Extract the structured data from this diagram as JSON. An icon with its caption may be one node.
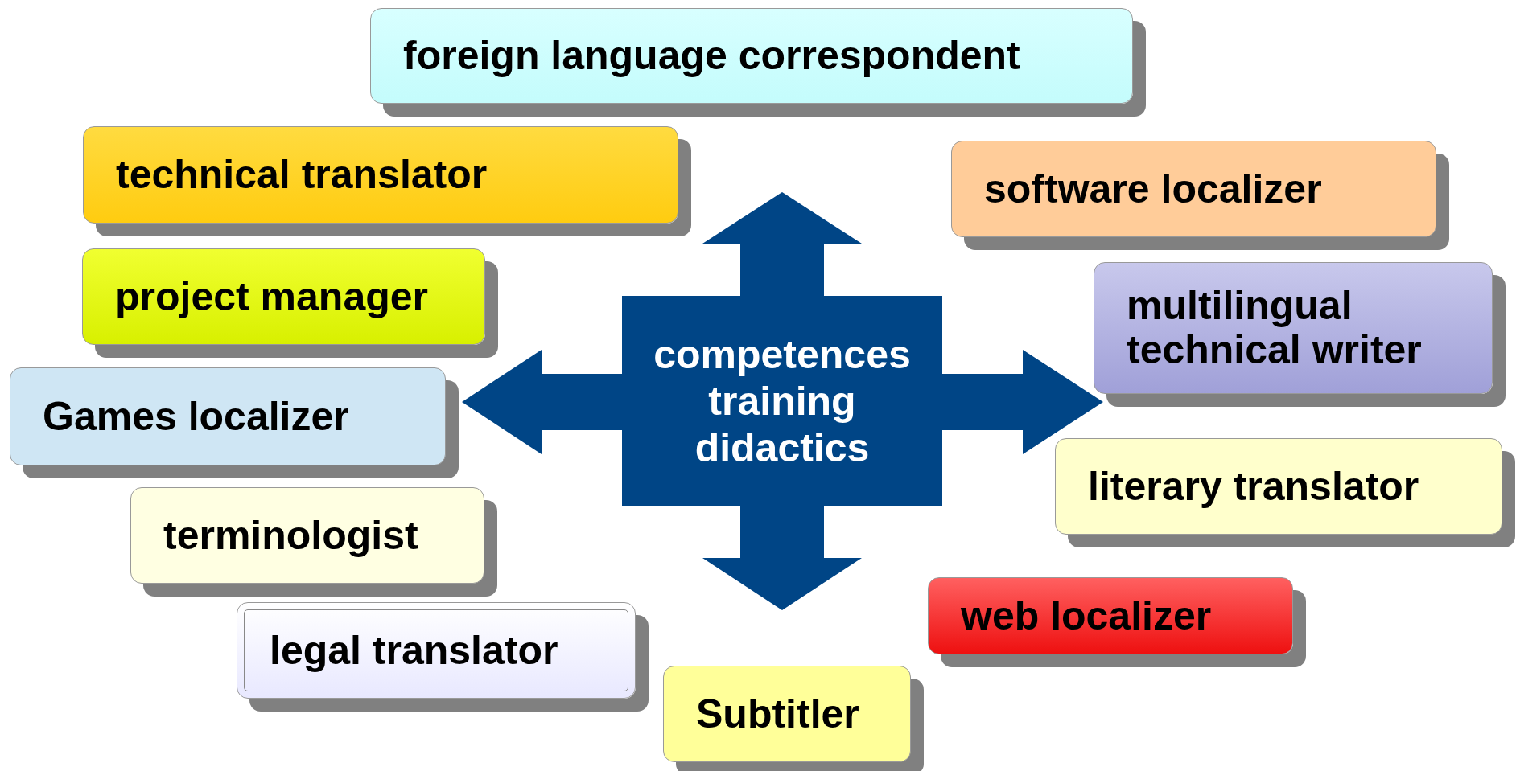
{
  "diagram": {
    "nodes": [
      {
        "text": [
          "foreign language correspondent"
        ]
      },
      {
        "text": [
          "technical translator"
        ]
      },
      {
        "text": [
          "software localizer"
        ]
      },
      {
        "text": [
          "competences training didactics"
        ]
      },
      {
        "text": [
          "project manager"
        ]
      },
      {
        "text": [
          "multilingual technical writer"
        ]
      },
      {
        "text": [
          "Games localizer"
        ]
      },
      {
        "text": [
          "literary translator"
        ]
      },
      {
        "text": [
          "terminologist"
        ]
      },
      {
        "text": [
          "web localizer"
        ]
      },
      {
        "text": [
          "legal translator"
        ]
      },
      {
        "text": [
          "Subtitler"
        ]
      }
    ]
  }
}
